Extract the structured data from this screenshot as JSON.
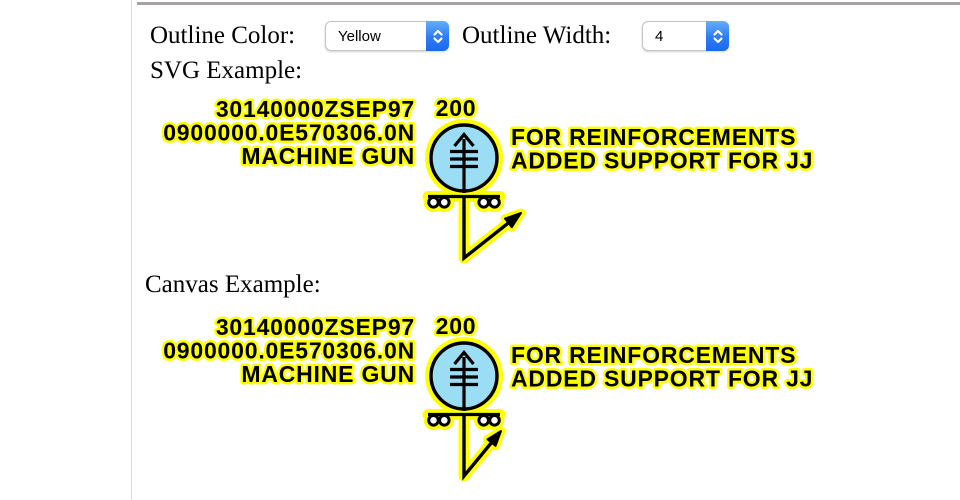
{
  "colors": {
    "symbol_fill": "#9BDDF4",
    "outline_halo": "#FFFF00",
    "ink": "#000000",
    "select_accent_top": "#66AEFB",
    "select_accent_bottom": "#1A68F0",
    "top_rule": "#A8A2A2",
    "side_rule": "#D9D9D9"
  },
  "controls": {
    "outline_color_label": "Outline Color:",
    "outline_color_value": "Yellow",
    "outline_width_label": "Outline Width:",
    "outline_width_value": "4"
  },
  "svg_example": {
    "heading": "SVG Example:",
    "labels": {
      "date_time_group": "30140000ZSEP97",
      "location": "0900000.0E570306.0N",
      "designation": "MACHINE GUN",
      "altitude": "200",
      "info_line1": "FOR REINFORCEMENTS",
      "info_line2": "ADDED SUPPORT FOR JJ"
    }
  },
  "canvas_example": {
    "heading": "Canvas Example:",
    "labels": {
      "date_time_group": "30140000ZSEP97",
      "location": "0900000.0E570306.0N",
      "designation": "MACHINE GUN",
      "altitude": "200",
      "info_line1": "FOR REINFORCEMENTS",
      "info_line2": "ADDED SUPPORT FOR JJ"
    }
  }
}
